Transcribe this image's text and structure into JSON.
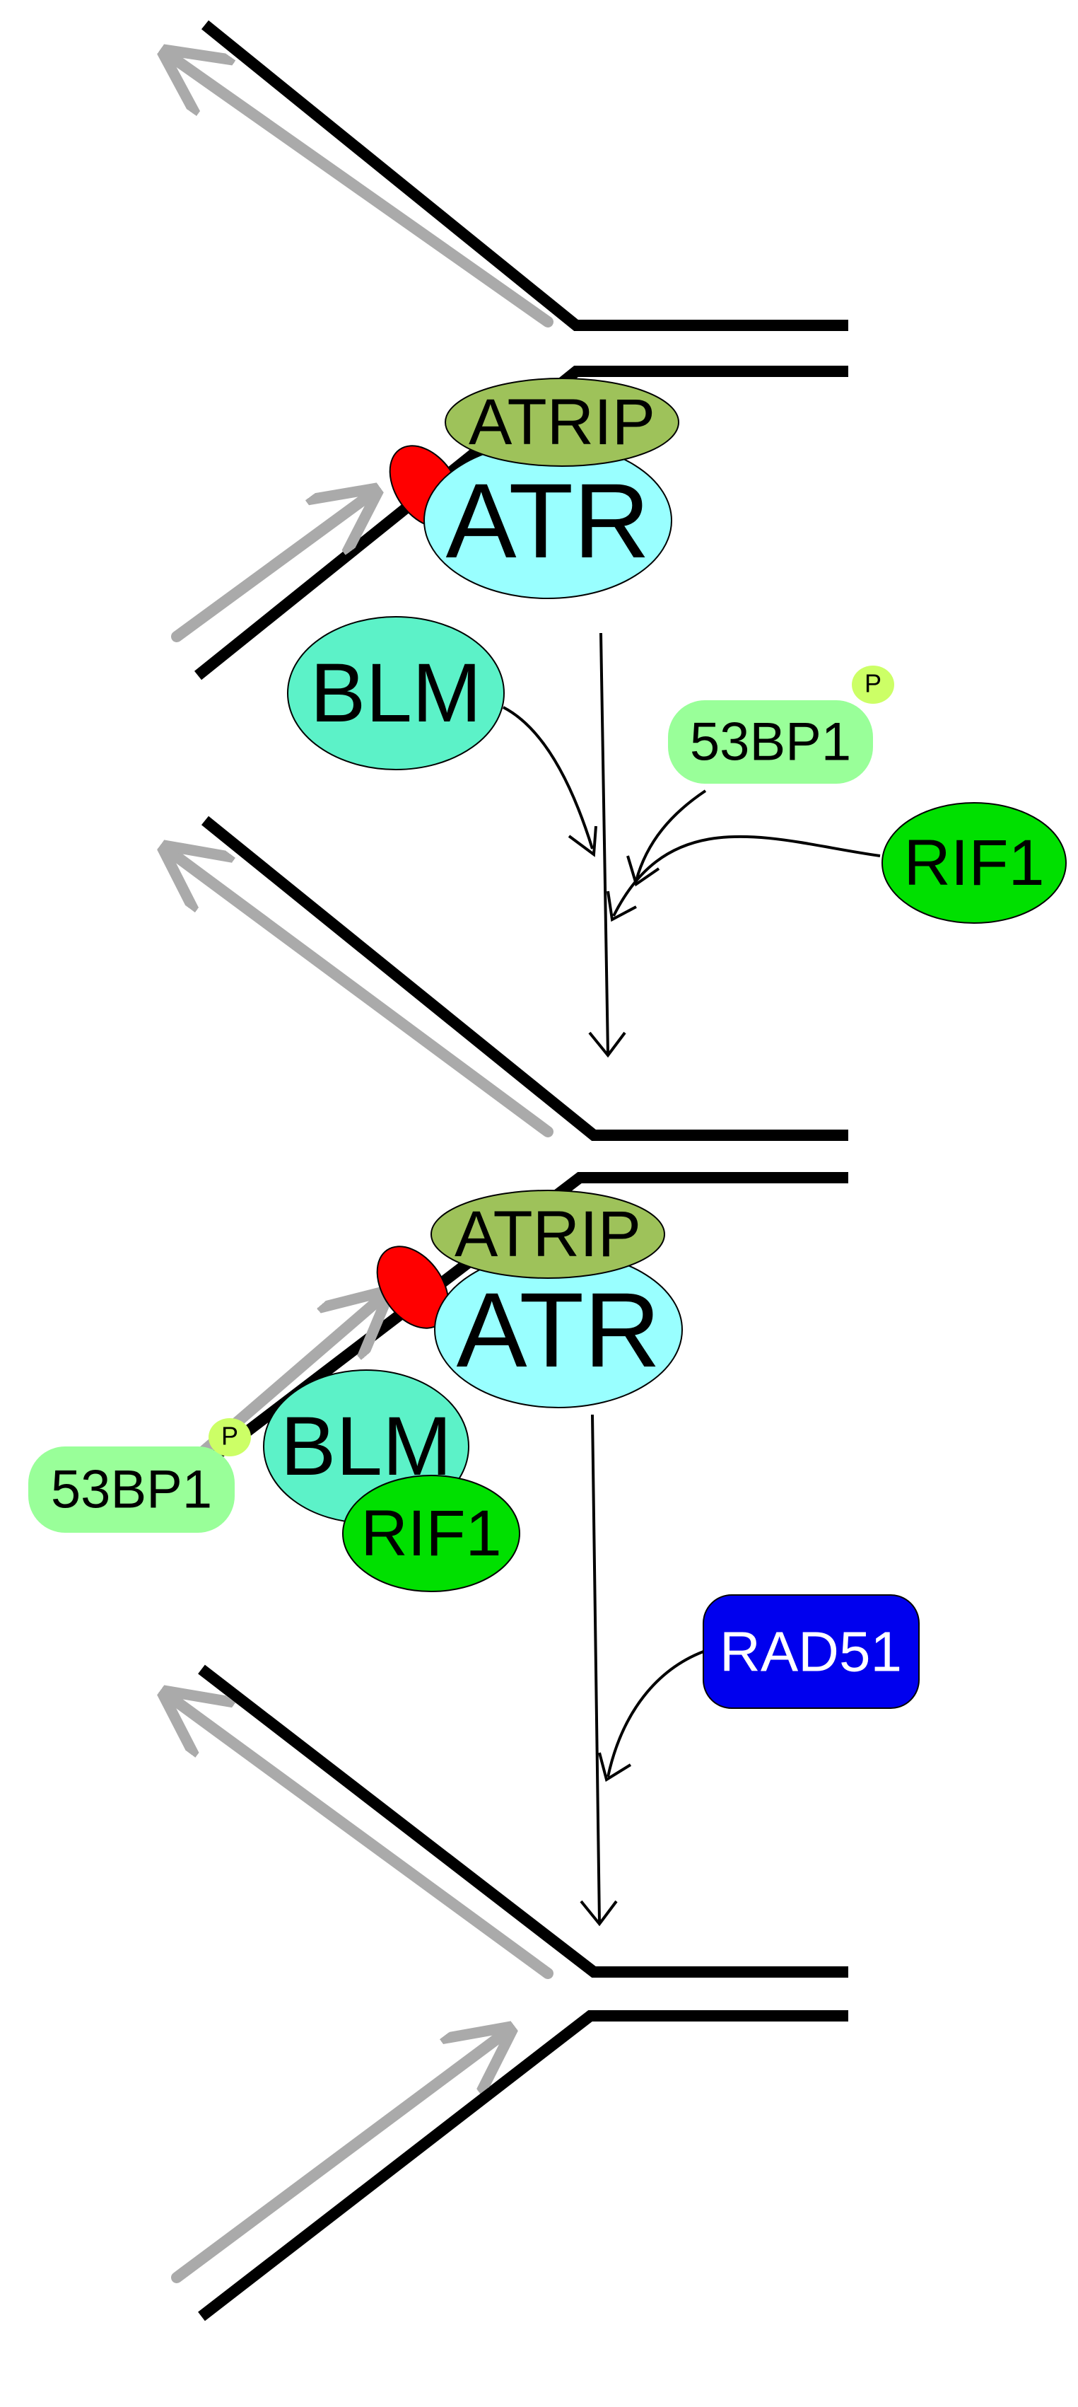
{
  "labels": {
    "atrip": "ATRIP",
    "atr": "ATR",
    "blm": "BLM",
    "p53bp1": "53BP1",
    "rif1": "RIF1",
    "rad51": "RAD51",
    "phospho": "P"
  },
  "colors": {
    "dna_strand": "#000000",
    "new_strand": "#aaaaaa",
    "atrip": "#9ec25a",
    "atr": "#99ffff",
    "red_marker": "#ff0000",
    "blm": "#5cf2c8",
    "p53bp1": "#99ff99",
    "phospho": "#ccff66",
    "rif1": "#00e000",
    "rad51": "#0000ee",
    "rad51_text": "#ffffff"
  }
}
